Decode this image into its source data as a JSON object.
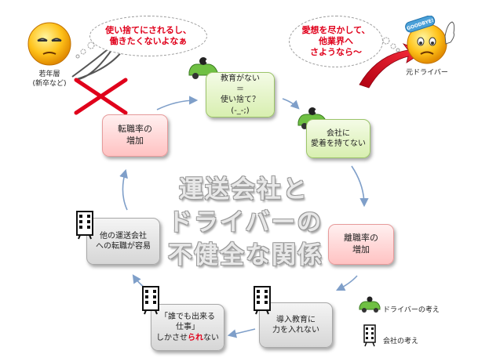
{
  "title": {
    "line1": "運送会社と",
    "line2": "ドライバーの",
    "line3": "不健全な関係"
  },
  "young": {
    "label": "若年層\n(新卒など)",
    "bubble": "使い捨てにされるし、\n働きたくないよなぁ"
  },
  "former": {
    "label": "元ドライバー",
    "bubble": "愛想を尽かして、\n他業界へ\nさようなら～",
    "sign": "GOODBYE!"
  },
  "cycle": {
    "box_top": "教育がない\n＝\n使い捨て？\n(-_-;)",
    "box_right_upper": "会社に\n愛着を持てない",
    "box_right_red": "離職率の\n増加",
    "box_bottom_right": "導入教育に\n力を入れない",
    "box_bottom_left_pre": "「誰でも出来る\n仕事」\nしかさせ",
    "box_bottom_left_red": "られ",
    "box_bottom_left_post": "ない",
    "box_left_lower": "他の運送会社\nへの転職が容易",
    "box_left_red": "転職率の\n増加"
  },
  "legend": {
    "driver": "ドライバーの考え",
    "company": "会社の考え"
  },
  "colors": {
    "arrow": "#7f9fc9",
    "red_cross": "#e0001b",
    "green_box": "#d8efb0",
    "red_box": "#ffc2c2",
    "gray_box": "#d6d6d6"
  }
}
